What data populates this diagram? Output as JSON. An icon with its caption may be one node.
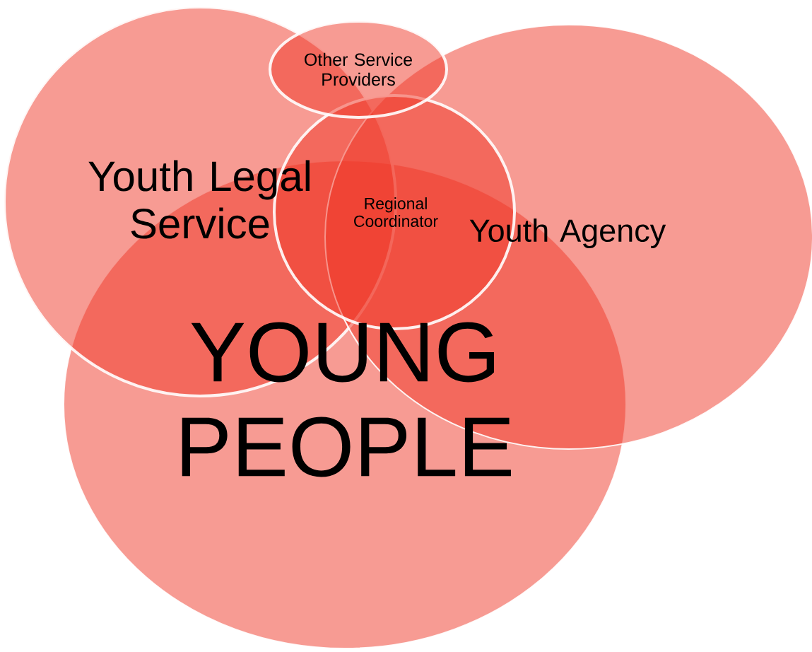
{
  "diagram": {
    "nodes": [
      {
        "text": [
          "Other Service Providers"
        ]
      },
      {
        "text": [
          "Youth Legal Service"
        ]
      },
      {
        "text": [
          "Regional Coordinator"
        ]
      },
      {
        "text": [
          "Youth Agency"
        ]
      },
      {
        "text": [
          "YOUNG PEOPLE"
        ]
      }
    ]
  }
}
